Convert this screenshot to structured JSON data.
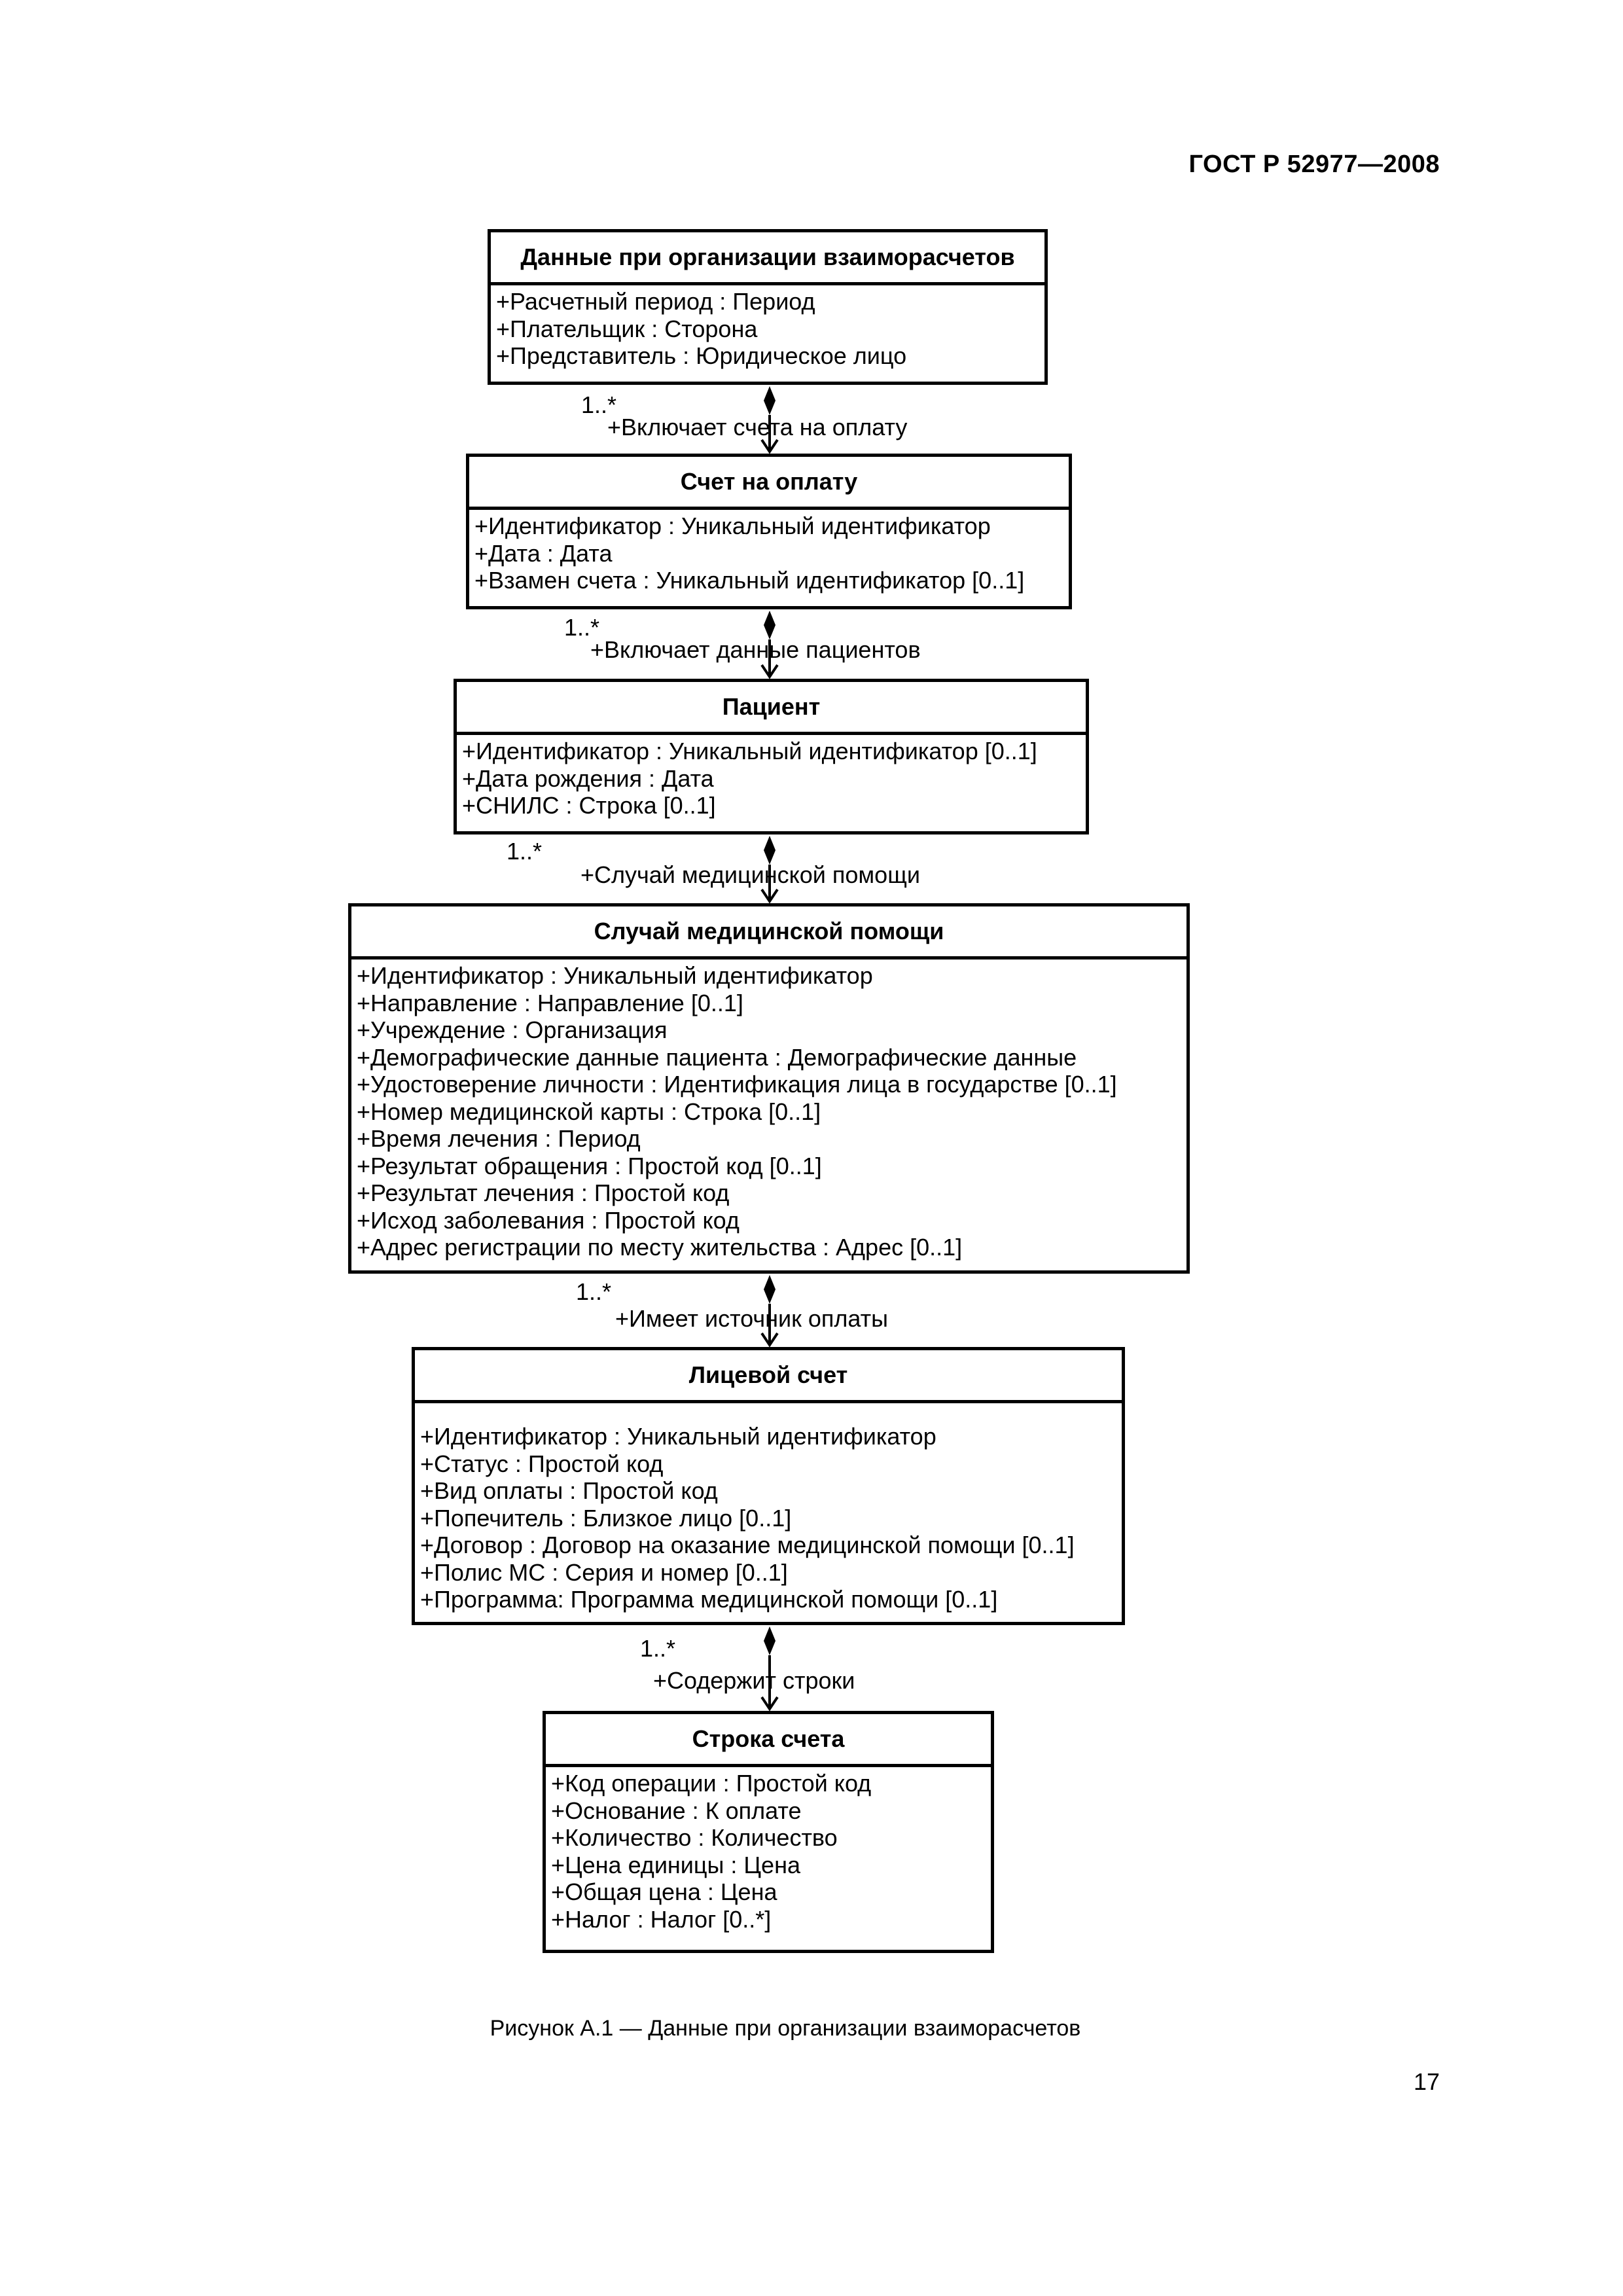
{
  "header": {
    "code": "ГОСТ Р 52977—2008"
  },
  "classes": [
    {
      "name": "Данные при организации взаиморасчетов",
      "attributes": [
        "+Расчетный период : Период",
        "+Плательщик : Сторона",
        "+Представитель : Юридическое лицо"
      ]
    },
    {
      "name": "Счет на оплату",
      "attributes": [
        "+Идентификатор : Уникальный идентификатор",
        "+Дата : Дата",
        "+Взамен счета : Уникальный идентификатор [0..1]"
      ]
    },
    {
      "name": "Пациент",
      "attributes": [
        "+Идентификатор : Уникальный идентификатор [0..1]",
        "+Дата рождения : Дата",
        "+СНИЛС : Строка [0..1]"
      ]
    },
    {
      "name": "Случай медицинской помощи",
      "attributes": [
        "+Идентификатор : Уникальный идентификатор",
        "+Направление : Направление [0..1]",
        "+Учреждение : Организация",
        "+Демографические данные пациента : Демографические данные",
        "+Удостоверение личности : Идентификация лица в государстве [0..1]",
        "+Номер медицинской карты : Строка [0..1]",
        "+Время лечения : Период",
        "+Результат обращения : Простой код [0..1]",
        "+Результат лечения : Простой код",
        "+Исход заболевания : Простой код",
        "+Адрес регистрации по месту жительства : Адрес [0..1]"
      ]
    },
    {
      "name": "Лицевой счет",
      "attributes": [
        "+Идентификатор : Уникальный идентификатор",
        "+Статус : Простой код",
        "+Вид оплаты : Простой код",
        "+Попечитель : Близкое лицо [0..1]",
        "+Договор : Договор на оказание медицинской помощи [0..1]",
        "+Полис МС : Серия и номер [0..1]",
        "+Программа: Программа медицинской помощи [0..1]"
      ]
    },
    {
      "name": "Строка счета",
      "attributes": [
        "+Код операции : Простой код",
        "+Основание : К оплате",
        "+Количество : Количество",
        "+Цена единицы : Цена",
        "+Общая цена : Цена",
        "+Налог : Налог [0..*]"
      ]
    }
  ],
  "links": [
    {
      "multiplicity": "1..*",
      "role": "+Включает счета на оплату"
    },
    {
      "multiplicity": "1..*",
      "role": "+Включает данные пациентов"
    },
    {
      "multiplicity": "1..*",
      "role": "+Случай медицинской помощи"
    },
    {
      "multiplicity": "1..*",
      "role": "+Имеет источник оплаты"
    },
    {
      "multiplicity": "1..*",
      "role": "+Содержит строки"
    }
  ],
  "caption": "Рисунок А.1 — Данные при организации взаиморасчетов",
  "page_number": "17"
}
